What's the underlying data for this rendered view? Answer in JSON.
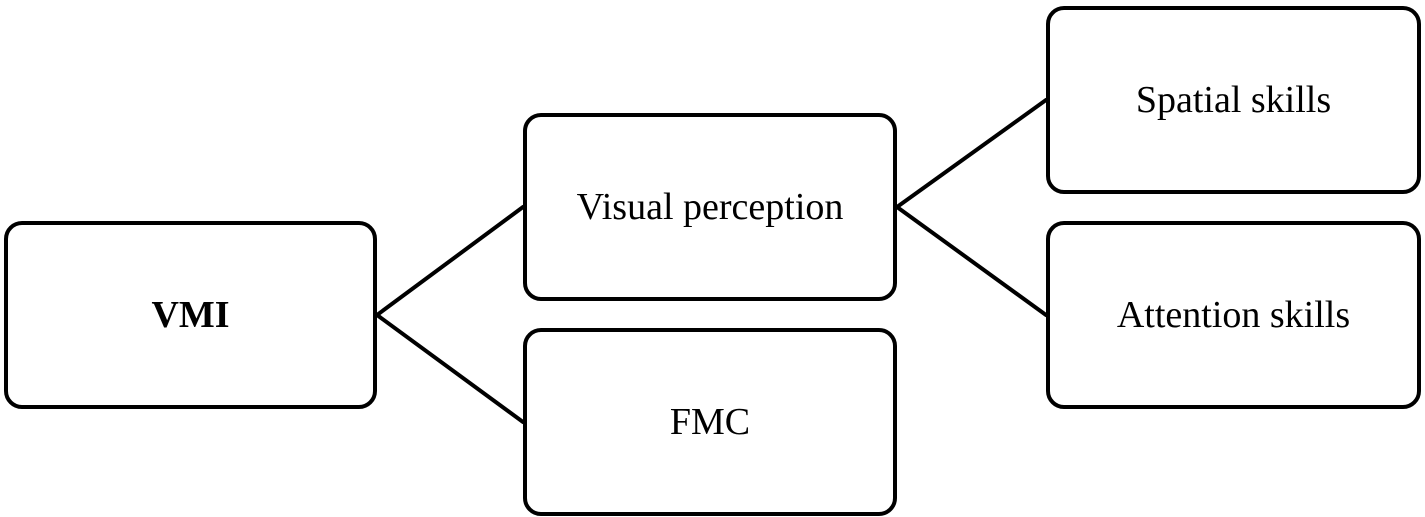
{
  "diagram": {
    "nodes": {
      "vmi": "VMI",
      "visual_perception": "Visual perception",
      "fmc": "FMC",
      "spatial_skills": "Spatial skills",
      "attention_skills": "Attention skills"
    },
    "edges": [
      [
        "VMI",
        "Visual perception"
      ],
      [
        "VMI",
        "FMC"
      ],
      [
        "Visual perception",
        "Spatial skills"
      ],
      [
        "Visual perception",
        "Attention skills"
      ]
    ],
    "colors": {
      "stroke": "#000000",
      "background": "#ffffff"
    }
  }
}
